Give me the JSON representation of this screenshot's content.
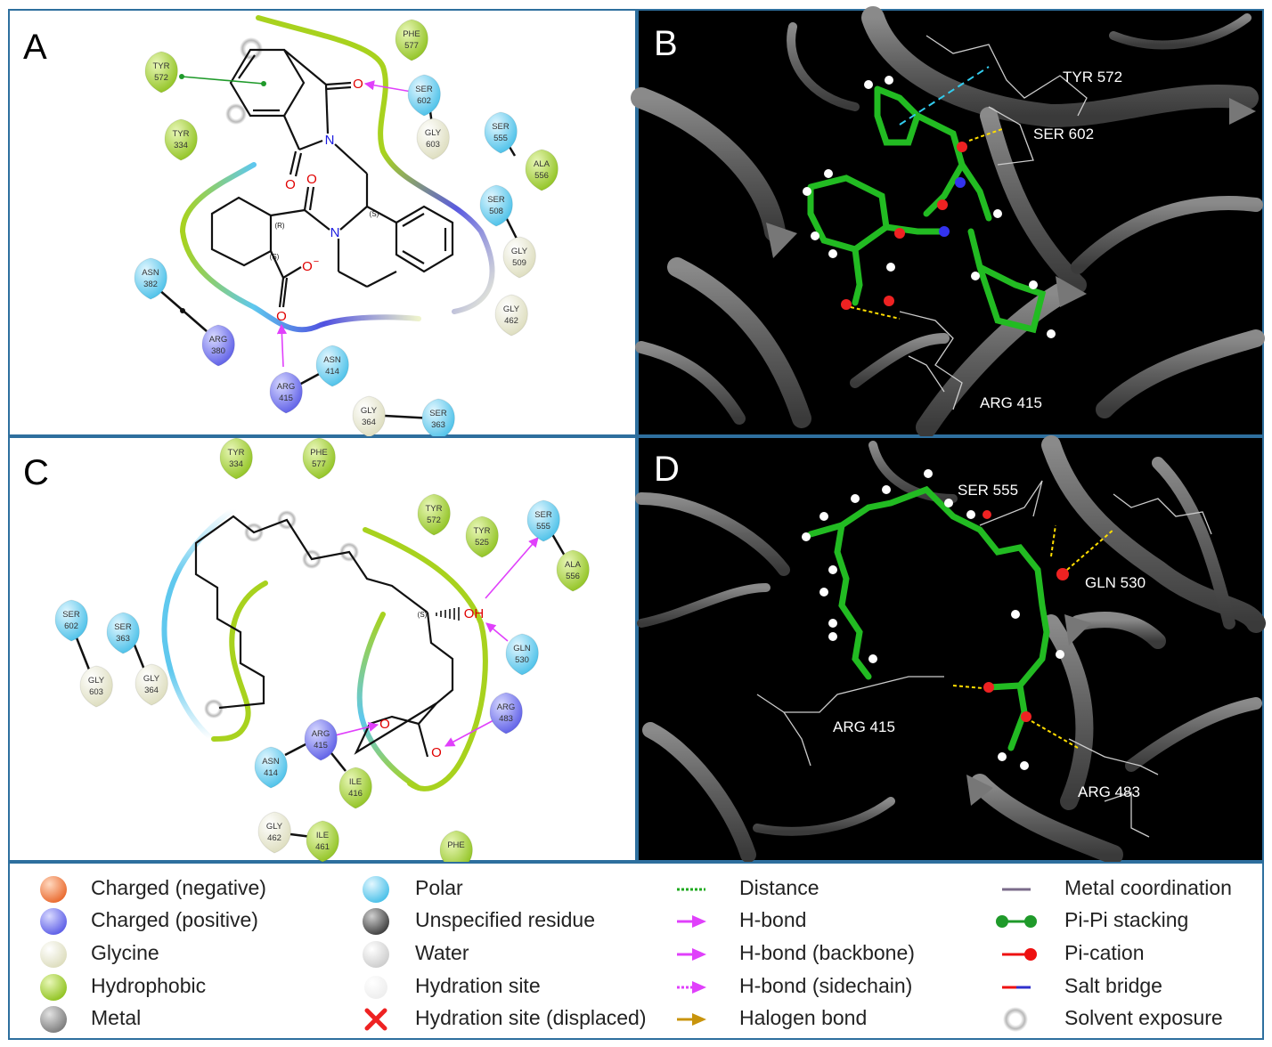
{
  "panels": {
    "A": {
      "label": "A",
      "residues": [
        {
          "name": "PHE",
          "num": "577",
          "type": "hydrophobic"
        },
        {
          "name": "TYR",
          "num": "572",
          "type": "hydrophobic"
        },
        {
          "name": "SER",
          "num": "602",
          "type": "polar"
        },
        {
          "name": "GLY",
          "num": "603",
          "type": "glycine"
        },
        {
          "name": "TYR",
          "num": "334",
          "type": "hydrophobic"
        },
        {
          "name": "SER",
          "num": "555",
          "type": "polar"
        },
        {
          "name": "ALA",
          "num": "556",
          "type": "hydrophobic"
        },
        {
          "name": "SER",
          "num": "508",
          "type": "polar"
        },
        {
          "name": "GLY",
          "num": "509",
          "type": "glycine"
        },
        {
          "name": "GLY",
          "num": "462",
          "type": "glycine"
        },
        {
          "name": "ASN",
          "num": "382",
          "type": "polar"
        },
        {
          "name": "ARG",
          "num": "380",
          "type": "positive"
        },
        {
          "name": "ARG",
          "num": "415",
          "type": "positive"
        },
        {
          "name": "ASN",
          "num": "414",
          "type": "polar"
        },
        {
          "name": "GLY",
          "num": "364",
          "type": "glycine"
        },
        {
          "name": "SER",
          "num": "363",
          "type": "polar"
        }
      ],
      "atoms": {
        "o1": "O",
        "o2": "O",
        "n1": "N",
        "o3": "O",
        "n2": "N",
        "o4": "O",
        "o5": "O",
        "charge": "−"
      },
      "stereo": [
        "(R)",
        "(S)",
        "(S)"
      ]
    },
    "B": {
      "label": "B",
      "residue_labels": [
        "TYR 572",
        "SER 602",
        "ARG 415"
      ]
    },
    "C": {
      "label": "C",
      "residues": [
        {
          "name": "TYR",
          "num": "334",
          "type": "hydrophobic"
        },
        {
          "name": "PHE",
          "num": "577",
          "type": "hydrophobic"
        },
        {
          "name": "TYR",
          "num": "572",
          "type": "hydrophobic"
        },
        {
          "name": "TYR",
          "num": "525",
          "type": "hydrophobic"
        },
        {
          "name": "SER",
          "num": "555",
          "type": "polar"
        },
        {
          "name": "ALA",
          "num": "556",
          "type": "hydrophobic"
        },
        {
          "name": "SER",
          "num": "602",
          "type": "polar"
        },
        {
          "name": "GLY",
          "num": "603",
          "type": "glycine"
        },
        {
          "name": "SER",
          "num": "363",
          "type": "polar"
        },
        {
          "name": "GLY",
          "num": "364",
          "type": "glycine"
        },
        {
          "name": "GLN",
          "num": "530",
          "type": "polar"
        },
        {
          "name": "ARG",
          "num": "483",
          "type": "positive"
        },
        {
          "name": "ARG",
          "num": "415",
          "type": "positive"
        },
        {
          "name": "ASN",
          "num": "414",
          "type": "polar"
        },
        {
          "name": "ILE",
          "num": "416",
          "type": "hydrophobic"
        },
        {
          "name": "GLY",
          "num": "462",
          "type": "glycine"
        },
        {
          "name": "ILE",
          "num": "461",
          "type": "hydrophobic"
        },
        {
          "name": "PHE",
          "num": "",
          "type": "hydrophobic"
        }
      ],
      "atoms": {
        "oh": "OH",
        "o1": "O",
        "o2": "O"
      },
      "stereo": [
        "(S)"
      ]
    },
    "D": {
      "label": "D",
      "residue_labels": [
        "SER 555",
        "GLN 530",
        "ARG 415",
        "ARG 483"
      ]
    }
  },
  "legend": {
    "col1": [
      {
        "label": "Charged (negative)",
        "swatch": "negative"
      },
      {
        "label": "Charged (positive)",
        "swatch": "positive"
      },
      {
        "label": "Glycine",
        "swatch": "glycine"
      },
      {
        "label": "Hydrophobic",
        "swatch": "hydrophobic"
      },
      {
        "label": "Metal",
        "swatch": "metal"
      }
    ],
    "col2": [
      {
        "label": "Polar",
        "swatch": "polar"
      },
      {
        "label": "Unspecified residue",
        "swatch": "unspecified"
      },
      {
        "label": "Water",
        "swatch": "water"
      },
      {
        "label": "Hydration site",
        "swatch": "hydration"
      },
      {
        "label": "Hydration site (displaced)",
        "swatch": "displaced"
      }
    ],
    "col3": [
      {
        "label": "Distance",
        "swatch": "distance"
      },
      {
        "label": "H-bond",
        "swatch": "hbond"
      },
      {
        "label": "H-bond (backbone)",
        "swatch": "hbond-backbone"
      },
      {
        "label": "H-bond (sidechain)",
        "swatch": "hbond-sidechain"
      },
      {
        "label": "Halogen bond",
        "swatch": "halogen"
      }
    ],
    "col4": [
      {
        "label": "Metal coordination",
        "swatch": "metal-coord"
      },
      {
        "label": "Pi-Pi stacking",
        "swatch": "pipi"
      },
      {
        "label": "Pi-cation",
        "swatch": "pication"
      },
      {
        "label": "Salt bridge",
        "swatch": "saltbridge"
      },
      {
        "label": "Solvent exposure",
        "swatch": "solvent"
      }
    ]
  },
  "colors": {
    "hydrophobic": "#9acd32",
    "polar": "#55c8ee",
    "positive": "#6a6cf0",
    "negative": "#f07a3a",
    "glycine": "#ececd2",
    "panel_border": "#2e6f9e",
    "hbond": "#e040fb",
    "pipi": "#1f9a2a",
    "pication": "#ee1111",
    "ligand_green": "#22bb22"
  }
}
